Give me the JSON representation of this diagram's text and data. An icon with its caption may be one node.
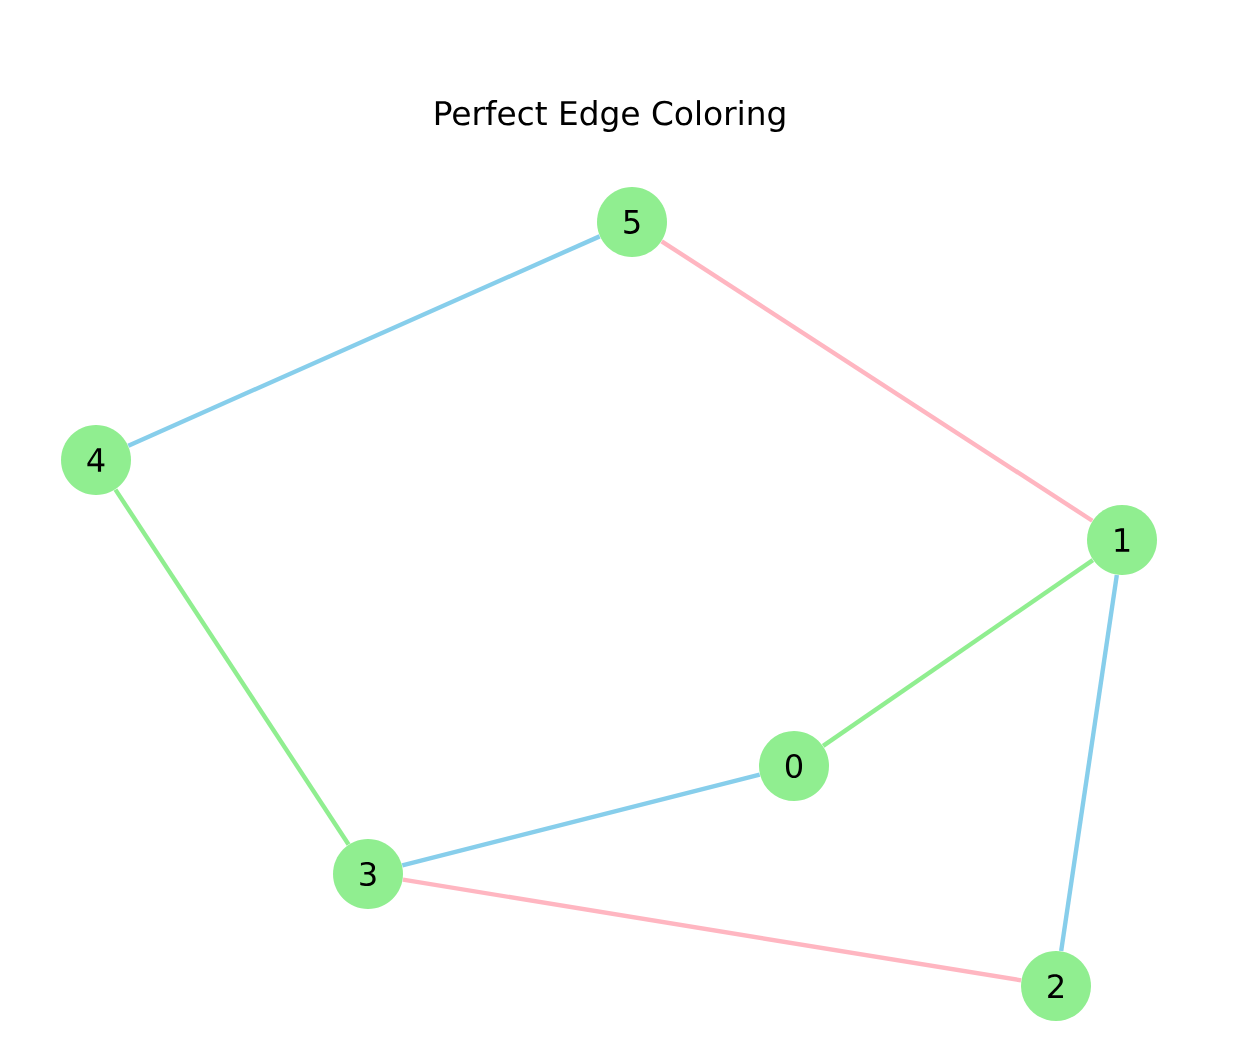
{
  "diagram": {
    "title": "Perfect Edge Coloring",
    "nodes": [
      {
        "text": [
          "0"
        ]
      },
      {
        "text": [
          "1"
        ]
      },
      {
        "text": [
          "2"
        ]
      },
      {
        "text": [
          "3"
        ]
      },
      {
        "text": [
          "4"
        ]
      },
      {
        "text": [
          "5"
        ]
      }
    ],
    "edges": [
      {
        "from": 0,
        "to": 1,
        "arrow": "none",
        "color": "#90ee90"
      },
      {
        "from": 0,
        "to": 3,
        "arrow": "none",
        "color": "#87ceeb"
      },
      {
        "from": 1,
        "to": 2,
        "arrow": "none",
        "color": "#87ceeb"
      },
      {
        "from": 1,
        "to": 5,
        "arrow": "none",
        "color": "#ffb6c1"
      },
      {
        "from": 2,
        "to": 3,
        "arrow": "none",
        "color": "#ffb6c1"
      },
      {
        "from": 3,
        "to": 4,
        "arrow": "none",
        "color": "#90ee90"
      },
      {
        "from": 4,
        "to": 5,
        "arrow": "none",
        "color": "#87ceeb"
      }
    ]
  }
}
